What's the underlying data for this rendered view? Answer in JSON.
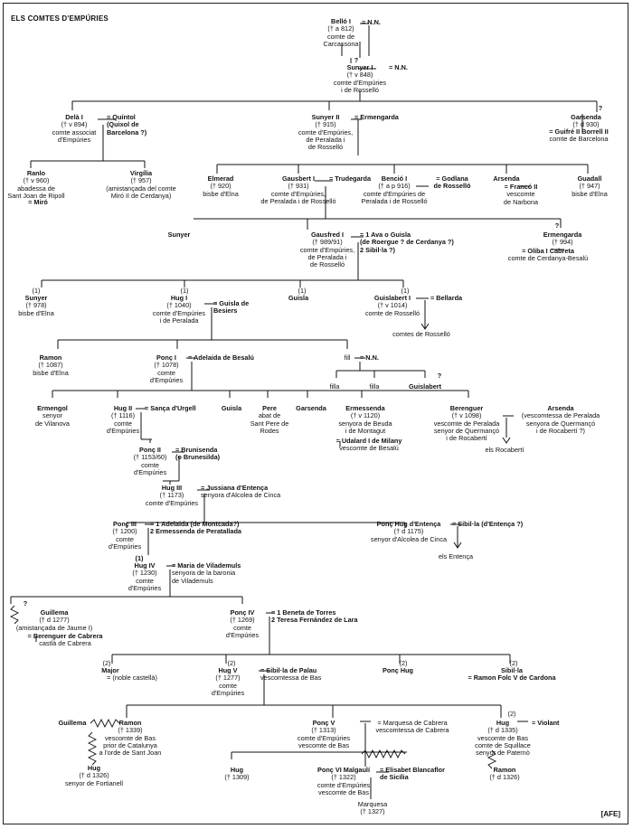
{
  "title": "ELS COMTES D'EMPÚRIES",
  "credit": "[AFE]",
  "people": [
    {
      "id": "bello",
      "name": "Belló I",
      "lines": [
        "(† a 812)",
        "comte de",
        "Carcassona"
      ]
    },
    {
      "id": "nn1",
      "name": "= N.N.",
      "lines": []
    },
    {
      "id": "q1",
      "name": "?",
      "lines": []
    },
    {
      "id": "sunyer1",
      "name": "Sunyer I",
      "lines": [
        "(† v 848)",
        "comte d'Empúries",
        "i de Rosselló"
      ]
    },
    {
      "id": "nn2",
      "name": "= N.N.",
      "lines": []
    },
    {
      "id": "dela",
      "name": "Delà I",
      "lines": [
        "(† v 894)",
        "comte associat",
        "d'Empúries"
      ]
    },
    {
      "id": "quintol",
      "name": "= Quíntol",
      "lines": [
        "(Quixol de",
        "Barcelona ?)"
      ]
    },
    {
      "id": "sunyer2",
      "name": "Sunyer II",
      "lines": [
        "(† 915)",
        "comte d'Empúries,",
        "de Peralada i",
        "de Rosselló"
      ]
    },
    {
      "id": "ermengarda1",
      "name": "= Ermengarda",
      "lines": []
    },
    {
      "id": "garsenda1",
      "name": "Garsenda",
      "lines": [
        "(† d 930)"
      ]
    },
    {
      "id": "garsenda1b",
      "name": "= Guifré II Borrell II",
      "lines": [
        "comte de Barcelona"
      ]
    },
    {
      "id": "q2",
      "name": "?",
      "lines": []
    },
    {
      "id": "ranlo",
      "name": "Ranlo",
      "lines": [
        "(† v 960)",
        "abadessa de",
        "Sant Joan de Ripoll"
      ]
    },
    {
      "id": "ranlo_sp",
      "name": "= Miró",
      "lines": []
    },
    {
      "id": "virgilia",
      "name": "Virgília",
      "lines": [
        "(† 957)",
        "(amistançada del comte",
        "Miró II de Cerdanya)"
      ]
    },
    {
      "id": "elmerad",
      "name": "Elmerad",
      "lines": [
        "(† 920)",
        "bisbe d'Elna"
      ]
    },
    {
      "id": "gausbert",
      "name": "Gausbert I",
      "lines": [
        "(† 931)",
        "comte d'Empúries,",
        "de Peralada i de Rosselló"
      ]
    },
    {
      "id": "trudegarda",
      "name": "= Trudegarda",
      "lines": []
    },
    {
      "id": "bencio",
      "name": "Benció I",
      "lines": [
        "(† a p 916)",
        "comte d'Empúries de",
        "Peralada i de Rosselló"
      ]
    },
    {
      "id": "godlana",
      "name": "= Godlana",
      "lines": [
        "de Rosselló"
      ]
    },
    {
      "id": "arsenda1",
      "name": "Arsenda",
      "lines": []
    },
    {
      "id": "franco",
      "name": "= Francó II",
      "lines": [
        "vescomte",
        "de Narbona"
      ]
    },
    {
      "id": "guadall",
      "name": "Guadall",
      "lines": [
        "(† 947)",
        "bisbe d'Elna"
      ]
    },
    {
      "id": "sunyer3",
      "name": "Sunyer",
      "lines": []
    },
    {
      "id": "gausfred",
      "name": "Gausfred I",
      "lines": [
        "(† 989/91)",
        "comte d'Empúries,",
        "de Peralada i",
        "de Rosselló"
      ]
    },
    {
      "id": "ava",
      "name": "= 1 Ava o Guisla",
      "lines": [
        "(de Roergue ? de Cerdanya ?)",
        "2 Sibil·la ?)"
      ]
    },
    {
      "id": "ermengarda2",
      "name": "Ermengarda",
      "lines": [
        "(† 994)"
      ]
    },
    {
      "id": "oliba",
      "name": "= Oliba I Cabreta",
      "lines": [
        "comte de Cerdanya-Besalú"
      ]
    },
    {
      "id": "q3",
      "name": "?",
      "lines": []
    },
    {
      "id": "sunyer4",
      "name": "Sunyer",
      "lines": [
        "(† 978)",
        "bisbe d'Elna"
      ]
    },
    {
      "id": "hug1",
      "name": "Hug I",
      "lines": [
        "(† 1040)",
        "comte d'Empúries",
        "i de Peralada"
      ]
    },
    {
      "id": "guisla_b",
      "name": "= Guisla de",
      "lines": [
        "Besiers"
      ]
    },
    {
      "id": "guisla1",
      "name": "Guisla",
      "lines": []
    },
    {
      "id": "guislabert1",
      "name": "Guislabert I",
      "lines": [
        "(† v 1014)",
        "comte de Rosselló"
      ]
    },
    {
      "id": "bellarda",
      "name": "= Bellarda",
      "lines": []
    },
    {
      "id": "m1a",
      "name": "(1)",
      "lines": []
    },
    {
      "id": "m1b",
      "name": "(1)",
      "lines": []
    },
    {
      "id": "m1c",
      "name": "(1)",
      "lines": []
    },
    {
      "id": "m1d",
      "name": "(1)",
      "lines": []
    },
    {
      "id": "rossello",
      "name": "comtes de Rosselló",
      "lines": []
    },
    {
      "id": "ramon1",
      "name": "Ramon",
      "lines": [
        "(† 1087)",
        "bisbe d'Elna"
      ]
    },
    {
      "id": "ponc1",
      "name": "Ponç I",
      "lines": [
        "(† 1078)",
        "comte",
        "d'Empúries"
      ]
    },
    {
      "id": "adelaida_b",
      "name": "= Adelaida de Besalú",
      "lines": []
    },
    {
      "id": "fill",
      "name": "fill",
      "lines": []
    },
    {
      "id": "nn3",
      "name": "= N.N.",
      "lines": []
    },
    {
      "id": "filla1",
      "name": "filla",
      "lines": []
    },
    {
      "id": "filla2",
      "name": "filla",
      "lines": []
    },
    {
      "id": "guislabert2",
      "name": "Guislabert",
      "lines": []
    },
    {
      "id": "q4",
      "name": "?",
      "lines": []
    },
    {
      "id": "ermengol",
      "name": "Ermengol",
      "lines": [
        "senyor",
        "de Vilanova"
      ]
    },
    {
      "id": "hug2",
      "name": "Hug II",
      "lines": [
        "(† 1116)",
        "comte",
        "d'Empúries"
      ]
    },
    {
      "id": "sanca",
      "name": "= Sança d'Urgell",
      "lines": []
    },
    {
      "id": "guisla2",
      "name": "Guisla",
      "lines": []
    },
    {
      "id": "pere",
      "name": "Pere",
      "lines": [
        "abat de",
        "Sant Pere de",
        "Rodes"
      ]
    },
    {
      "id": "garsenda2",
      "name": "Garsenda",
      "lines": []
    },
    {
      "id": "ermessenda1",
      "name": "Ermessenda",
      "lines": [
        "(† v 1120)",
        "senyora de Beuda",
        "i de Montagut"
      ]
    },
    {
      "id": "udalard",
      "name": "= Udalard I de Milany",
      "lines": [
        "vescomte de Besalú"
      ]
    },
    {
      "id": "berenguer1",
      "name": "Berenguer",
      "lines": [
        "(† v 1098)",
        "vescomte de Peralada",
        "senyor de Quermançó",
        "i de Rocabertí"
      ]
    },
    {
      "id": "arsenda2",
      "name": "Arsenda",
      "lines": [
        "(vescomtessa de Peralada",
        "senyora de Quermançó",
        "i de Rocabertí ?)"
      ]
    },
    {
      "id": "rocaberti",
      "name": "els Rocabertí",
      "lines": []
    },
    {
      "id": "ponc2",
      "name": "Ponç II",
      "lines": [
        "(† 1153/60)",
        "comte",
        "d'Empúries"
      ]
    },
    {
      "id": "brunisenda",
      "name": "= Brunisenda",
      "lines": [
        "(o Brunesilda)"
      ]
    },
    {
      "id": "hug3",
      "name": "Hug III",
      "lines": [
        "(† 1173)",
        "comte d'Empúries"
      ]
    },
    {
      "id": "jussiana",
      "name": "= Jussiana d'Entença",
      "lines": [
        "senyora d'Alcolea de Cinca"
      ]
    },
    {
      "id": "ponc3",
      "name": "Ponç III",
      "lines": [
        "(† 1200)",
        "comte",
        "d'Empúries"
      ]
    },
    {
      "id": "adelaida_m",
      "name": "= 1 Adelaida (de Montcada?)",
      "lines": [
        "2 Ermessenda de Peratallada"
      ]
    },
    {
      "id": "poncugent",
      "name": "Ponç Hug d'Entença",
      "lines": [
        "(† d 1175)",
        "senyor d'Alcolea de Cinca"
      ]
    },
    {
      "id": "sibilla1",
      "name": "= Sibil·la (d'Entença ?)",
      "lines": []
    },
    {
      "id": "entenca",
      "name": "els Entença",
      "lines": []
    },
    {
      "id": "m1e",
      "name": "(1)",
      "lines": []
    },
    {
      "id": "hug4",
      "name": "Hug IV",
      "lines": [
        "(† 1230)",
        "comte",
        "d'Empúries"
      ]
    },
    {
      "id": "maria",
      "name": "= Maria de Vilademuls",
      "lines": [
        "senyora de la baronia",
        "de Vilademuls"
      ]
    },
    {
      "id": "guillema1",
      "name": "Guillema",
      "lines": [
        "(† d 1277)",
        "(amistançada de Jaume I)"
      ]
    },
    {
      "id": "berenguer2",
      "name": "= Berenguer de Cabrera",
      "lines": [
        "castlà de Cabrera"
      ]
    },
    {
      "id": "q5",
      "name": "?",
      "lines": []
    },
    {
      "id": "ponc4",
      "name": "Ponç IV",
      "lines": [
        "(† 1269)",
        "comte",
        "d'Empúries"
      ]
    },
    {
      "id": "beneta",
      "name": "= 1 Beneta de Torres",
      "lines": [
        "2 Teresa Fernández de Lara"
      ]
    },
    {
      "id": "major",
      "name": "Major",
      "lines": []
    },
    {
      "id": "major_sp",
      "name": "= (noble castellà)",
      "lines": []
    },
    {
      "id": "hug5",
      "name": "Hug V",
      "lines": [
        "(† 1277)",
        "comte",
        "d'Empúries"
      ]
    },
    {
      "id": "sibilla2",
      "name": "= Sibil·la de Palau",
      "lines": [
        "vescomtessa de Bas"
      ]
    },
    {
      "id": "poncug",
      "name": "Ponç Hug",
      "lines": []
    },
    {
      "id": "sibilla3",
      "name": "Sibil·la",
      "lines": []
    },
    {
      "id": "ramonfolc",
      "name": "= Ramon Folc V de Cardona",
      "lines": []
    },
    {
      "id": "m2a",
      "name": "(2)",
      "lines": []
    },
    {
      "id": "m2b",
      "name": "(2)",
      "lines": []
    },
    {
      "id": "m2c",
      "name": "(2)",
      "lines": []
    },
    {
      "id": "m2d",
      "name": "(2)",
      "lines": []
    },
    {
      "id": "guillema2",
      "name": "Guillema",
      "lines": []
    },
    {
      "id": "ramon2",
      "name": "Ramon",
      "lines": [
        "(† 1339)",
        "vescomte de Bas",
        "prior de Catalunya",
        "a l'orde de Sant Joan"
      ]
    },
    {
      "id": "ponc5",
      "name": "Ponç V",
      "lines": [
        "(† 1313)",
        "comte d'Empúries",
        "vescomte de Bas"
      ]
    },
    {
      "id": "marquesa1",
      "name": "= Marquesa de Cabrera",
      "lines": [
        "vescomtessa de Cabrera"
      ]
    },
    {
      "id": "hug6",
      "name": "Hug",
      "lines": [
        "(† d 1335)",
        "vescomte de Bas",
        "comte de Squillace",
        "senyor de Paternò"
      ]
    },
    {
      "id": "violant",
      "name": "= Violant",
      "lines": []
    },
    {
      "id": "m2e",
      "name": "(2)",
      "lines": []
    },
    {
      "id": "hug7",
      "name": "Hug",
      "lines": [
        "(† d 1326)",
        "senyor de Fortianell"
      ]
    },
    {
      "id": "hug8",
      "name": "Hug",
      "lines": [
        "(† 1309)"
      ]
    },
    {
      "id": "ponc6",
      "name": "Ponç VI Malgaulí",
      "lines": [
        "(† 1322)",
        "comte d'Empúries",
        "vescomte de Bas"
      ]
    },
    {
      "id": "elisabet",
      "name": "= Elisabet Blancaflor",
      "lines": [
        "de Sicília"
      ]
    },
    {
      "id": "ramon3",
      "name": "Ramon",
      "lines": [
        "(† d 1326)"
      ]
    },
    {
      "id": "marquesa2",
      "name": "Marquesa",
      "lines": [
        "(† 1327)"
      ]
    }
  ]
}
